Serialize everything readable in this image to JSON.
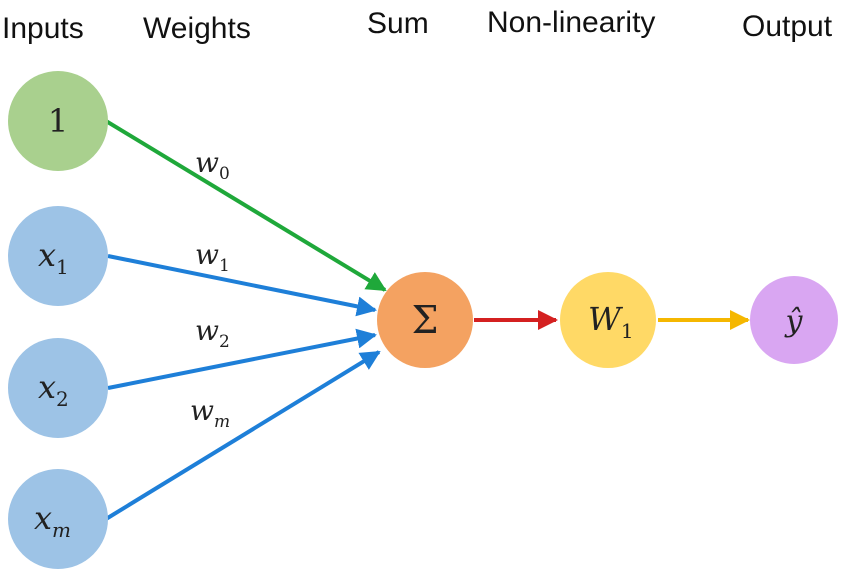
{
  "headers": {
    "inputs": "Inputs",
    "weights": "Weights",
    "sum": "Sum",
    "nonlinearity": "Non-linearity",
    "output": "Output"
  },
  "inputs": [
    {
      "label": "1",
      "sub": "",
      "color": "#a9d08e"
    },
    {
      "label": "x",
      "sub": "1",
      "color": "#9dc3e6"
    },
    {
      "label": "x",
      "sub": "2",
      "color": "#9dc3e6"
    },
    {
      "label": "x",
      "sub": "m",
      "color": "#9dc3e6"
    }
  ],
  "weights": [
    {
      "label": "w",
      "sub": "0"
    },
    {
      "label": "w",
      "sub": "1"
    },
    {
      "label": "w",
      "sub": "2"
    },
    {
      "label": "w",
      "sub": "m"
    }
  ],
  "sum_node": {
    "symbol": "Σ",
    "color": "#f4a261"
  },
  "activation_node": {
    "label": "W",
    "sub": "1",
    "color": "#ffd966"
  },
  "output_node": {
    "label": "ŷ",
    "color": "#d9a6f2"
  },
  "colors": {
    "bias_arrow": "#1fa83a",
    "input_arrow": "#1e7fd8",
    "sum_arrow": "#d42020",
    "output_arrow": "#f5b700"
  }
}
